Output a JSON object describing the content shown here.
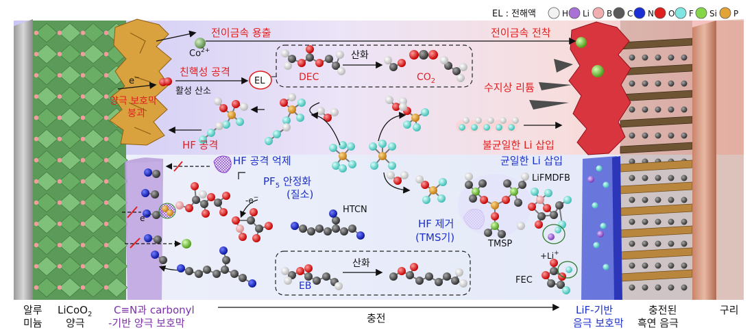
{
  "legend": {
    "title": "EL : 전해액",
    "items": [
      {
        "label": "H",
        "color": "#f2f2f2"
      },
      {
        "label": "Li",
        "color": "#a970d6"
      },
      {
        "label": "B",
        "color": "#f0aeb0"
      },
      {
        "label": "C",
        "color": "#5a5a5a"
      },
      {
        "label": "N",
        "color": "#1a2fd6"
      },
      {
        "label": "O",
        "color": "#e01f1f"
      },
      {
        "label": "F",
        "color": "#7fe6e0"
      },
      {
        "label": "Si",
        "color": "#86d64a"
      },
      {
        "label": "P",
        "color": "#e3a437"
      }
    ]
  },
  "top": {
    "dissolution": "전이금속 용출",
    "deposition": "전이금속 전착",
    "co": "Co",
    "co_charge": "2+",
    "electron": "e",
    "electron_charge": "−",
    "nucleophilic": "친핵성 공격",
    "active_oxygen": "활성 산소",
    "el": "EL",
    "oxidation": "산화",
    "dec": "DEC",
    "co2": "CO",
    "co2_sub": "2",
    "cei_collapse_1": "양극 보호막",
    "cei_collapse_2": "붕괴",
    "dendrite": "수지상 리튬",
    "hf_attack": "HF 공격",
    "uneven_li": "불균일한 Li 삽입"
  },
  "bottom": {
    "hf_suppress": "HF 공격 억제",
    "uniform_li": "균일한 Li 삽입",
    "pf5_line1": "PF",
    "pf5_sub": "5",
    "pf5_line1_rest": " 안정화",
    "pf5_line2": "(질소)",
    "htcn": "HTCN",
    "electron_blocked": "e",
    "electron_blocked_charge": "−",
    "electron_minus": "-e",
    "electron_minus_charge": "−",
    "hf_removal_1": "HF 제거",
    "hf_removal_2": "(TMS기)",
    "tmsp": "TMSP",
    "lifmdfb": "LiFMDFB",
    "li_plus": "+Li",
    "li_plus_charge": "+",
    "fec": "FEC",
    "oxidation": "산화",
    "eb": "EB"
  },
  "labels": {
    "al_1": "알루",
    "al_2": "미늄",
    "licoo2_1": "LiCoO",
    "licoo2_sub": "2",
    "licoo2_2": "양극",
    "cei_1": "C≡N과 carbonyl",
    "cei_2": "-기반 양극 보호막",
    "charge": "충전",
    "sei_1": "LiF-기반",
    "sei_2": "음극 보호막",
    "graphite_1": "충전된",
    "graphite_2": "흑연 음극",
    "cu": "구리"
  },
  "colors": {
    "red_text": "#e02020",
    "blue_text": "#1b2fc9",
    "purple_text": "#7b2fa8"
  }
}
